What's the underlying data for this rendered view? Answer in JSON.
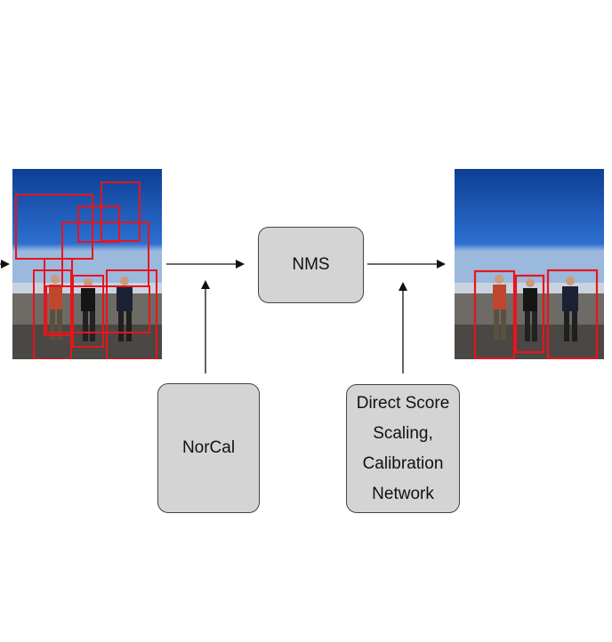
{
  "nms": {
    "label": "NMS"
  },
  "norcal": {
    "label": "NorCal"
  },
  "calib": {
    "lines": [
      "Direct Score",
      "Scaling,",
      "Calibration",
      "Network"
    ]
  },
  "colors": {
    "box_fill": "#d4d4d4",
    "box_border": "#444444",
    "detection": "#e8141c",
    "arrow": "#111111"
  }
}
